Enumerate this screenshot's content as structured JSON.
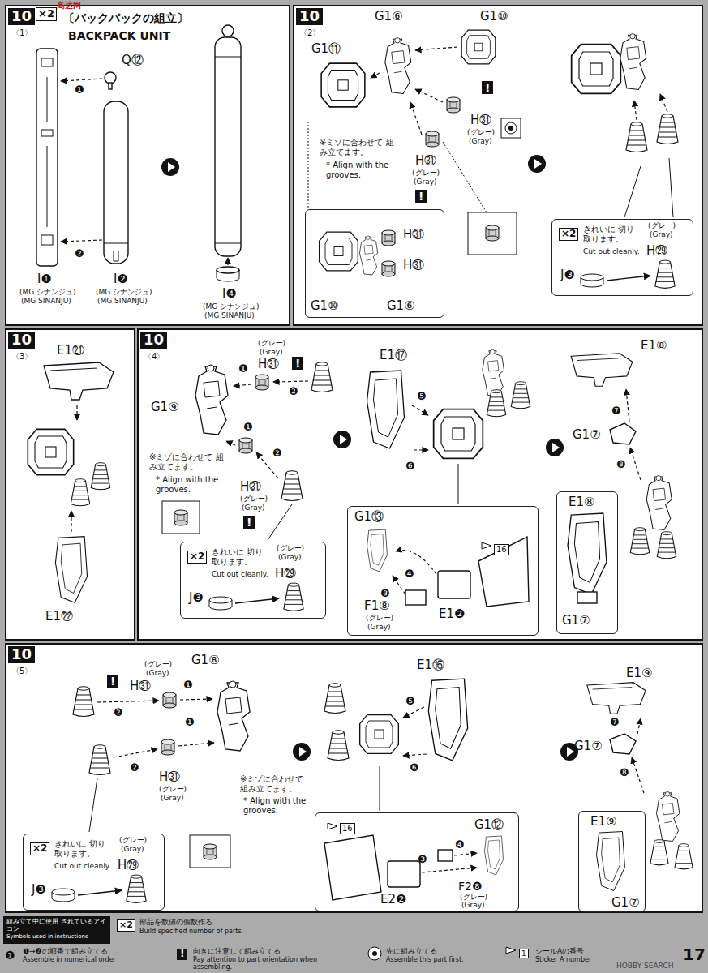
{
  "diagram": {
    "title": "〔バックパックの組立〕",
    "nodes": [
      {
        "text": [
          "10",
          "〈1〉"
        ]
      },
      {
        "text": [
          "10",
          "〈2〉"
        ]
      },
      {
        "text": [
          "H㉛",
          "H㉛",
          "G1⑩",
          "G1⑥"
        ],
        "in": 1
      },
      {
        "text": [
          "×2",
          "きれいに 切り取ります。",
          "Cut out cleanly.",
          "H㉙",
          "(グレー)",
          "(Gray)",
          "J❸"
        ],
        "in": 1
      },
      {
        "text": [
          "10",
          "〈3〉"
        ]
      },
      {
        "text": [
          "10",
          "〈4〉"
        ]
      },
      {
        "text": [
          "×2",
          "きれいに 切り取ります。",
          "Cut out cleanly.",
          "H㉙",
          "(グレー)",
          "(Gray)",
          "J❸"
        ],
        "in": 5
      },
      {
        "text": [
          "G1⑬",
          "❹",
          "❸",
          "F1⑧",
          "(グレー)",
          "(Gray)",
          "E1❷",
          "16"
        ],
        "in": 5
      },
      {
        "text": [
          "E1⑧",
          "G1⑦"
        ],
        "in": 5
      },
      {
        "text": [
          "10",
          "〈5〉"
        ]
      },
      {
        "text": [
          "×2",
          "きれいに 切り取ります。",
          "Cut out cleanly.",
          "H㉙",
          "(グレー)",
          "(Gray)",
          "J❸"
        ],
        "in": 9
      },
      {
        "text": [
          "16",
          "G1⑫",
          "❹",
          "E2❷",
          "F2❽",
          "(グレー)",
          "(Gray)",
          "❸"
        ],
        "in": 9
      },
      {
        "text": [
          "E1⑨",
          "G1⑦"
        ],
        "in": 9
      },
      {
        "text": [
          "組み立て中に使用 されているアイコン",
          "Symbols used in instructions",
          "×2",
          "部品を数値の個数作る",
          "Build specified number of parts.",
          "❶",
          "❶→❷の順番で組み立てる",
          "Assemble in numerical order",
          "!",
          "向きに注意して組み立てる",
          "Pay attention to part orientation when assembling.",
          "先に組み立てる",
          "Assemble this part first.",
          "1",
          "シールAの番号",
          "Sticker A number"
        ]
      }
    ],
    "labels": [
      "高达网",
      "BACKPACK UNIT",
      "×2",
      "Q⑫",
      "❶",
      "❷",
      "I❶",
      "(MG シナンジュ)",
      "(MG SINANJU)",
      "I❷",
      "(MG シナンジュ)",
      "(MG SINANJU)",
      "I❹",
      "(MG シナンジュ)",
      "(MG SINANJU)",
      "G1⑥",
      "G1⑩",
      "G1⑪",
      "!",
      "H㉛",
      "(グレー)",
      "(Gray)",
      "※ミゾに合わせて 組み立てます。",
      "* Align with the grooves.",
      "H㉛",
      "(グレー)",
      "(Gray)",
      "!",
      "E1㉑",
      "E1㉒",
      "G1⑨",
      "❶",
      "(グレー)",
      "(Gray)",
      "H㉛",
      "!",
      "❷",
      "❶",
      "※ミゾに合わせて 組み立てます。",
      "* Align with the grooves.",
      "H㉛",
      "(グレー)",
      "(Gray)",
      "!",
      "❷",
      "E1⑰",
      "❺",
      "❻",
      "E1⑧",
      "❼",
      "G1⑦",
      "❽",
      "G1⑧",
      "!",
      "(グレー)",
      "(Gray)",
      "H㉛",
      "❶",
      "❶",
      "❷",
      "❷",
      "※ミゾに合わせて 組み立てます。",
      "* Align with the grooves.",
      "H㉛",
      "(グレー)",
      "(Gray)",
      "E1⑯",
      "❺",
      "❻",
      "E1⑨",
      "❼",
      "G1⑦",
      "❽",
      "17",
      "HOBBY SEARCH"
    ]
  }
}
